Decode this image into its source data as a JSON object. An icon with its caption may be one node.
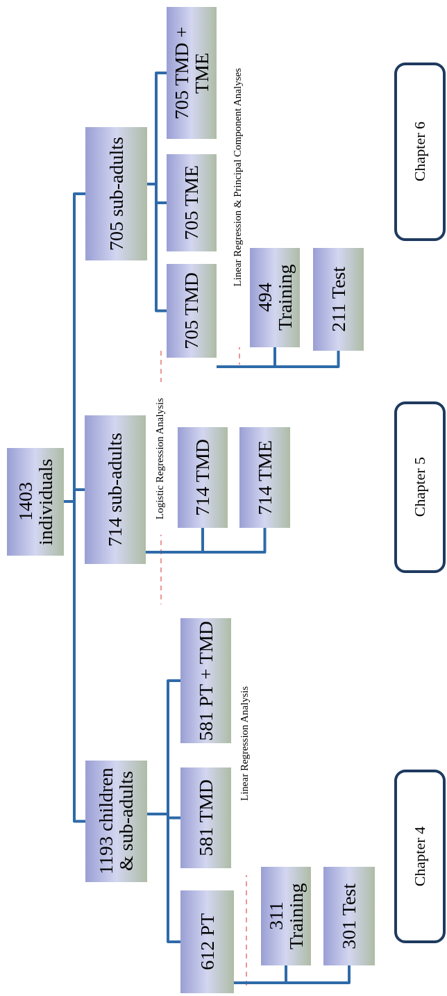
{
  "diagram": {
    "nodes": [
      {
        "text": [
          "1403 individuals"
        ]
      },
      {
        "text": [
          "1193 children & sub-adults"
        ]
      },
      {
        "text": [
          "714 sub-adults"
        ]
      },
      {
        "text": [
          "705 sub-adults"
        ]
      },
      {
        "text": [
          "612 PT"
        ]
      },
      {
        "text": [
          "581 TMD"
        ]
      },
      {
        "text": [
          "581 PT + TMD"
        ]
      },
      {
        "text": [
          "311 Training"
        ]
      },
      {
        "text": [
          "301 Test"
        ]
      },
      {
        "text": [
          "714 TMD"
        ]
      },
      {
        "text": [
          "714 TME"
        ]
      },
      {
        "text": [
          "705 TMD"
        ]
      },
      {
        "text": [
          "705 TME"
        ]
      },
      {
        "text": [
          "705 TMD + TME"
        ]
      },
      {
        "text": [
          "494 Training"
        ]
      },
      {
        "text": [
          "211 Test"
        ]
      },
      {
        "text": [
          "Chapter 4"
        ]
      },
      {
        "text": [
          "Chapter 5"
        ]
      },
      {
        "text": [
          "Chapter 6"
        ]
      }
    ],
    "edges": [
      {
        "from": 0,
        "to": 1,
        "arrow": "none"
      },
      {
        "from": 0,
        "to": 2,
        "arrow": "none"
      },
      {
        "from": 0,
        "to": 3,
        "arrow": "none"
      },
      {
        "from": 1,
        "to": 4,
        "arrow": "none"
      },
      {
        "from": 1,
        "to": 5,
        "arrow": "none"
      },
      {
        "from": 1,
        "to": 6,
        "arrow": "none"
      },
      {
        "from": 4,
        "to": 7,
        "arrow": "none"
      },
      {
        "from": 4,
        "to": 8,
        "arrow": "none"
      },
      {
        "from": 2,
        "to": 9,
        "arrow": "none"
      },
      {
        "from": 2,
        "to": 10,
        "arrow": "none"
      },
      {
        "from": 3,
        "to": 11,
        "arrow": "none"
      },
      {
        "from": 3,
        "to": 12,
        "arrow": "none"
      },
      {
        "from": 3,
        "to": 13,
        "arrow": "none"
      },
      {
        "from": 11,
        "to": 14,
        "arrow": "none"
      },
      {
        "from": 11,
        "to": 15,
        "arrow": "none"
      }
    ],
    "labels": [
      "Linear Regression & Principal Component Analyses",
      "Logistic Regression Analysis",
      "Linear Regression Analysis"
    ]
  }
}
